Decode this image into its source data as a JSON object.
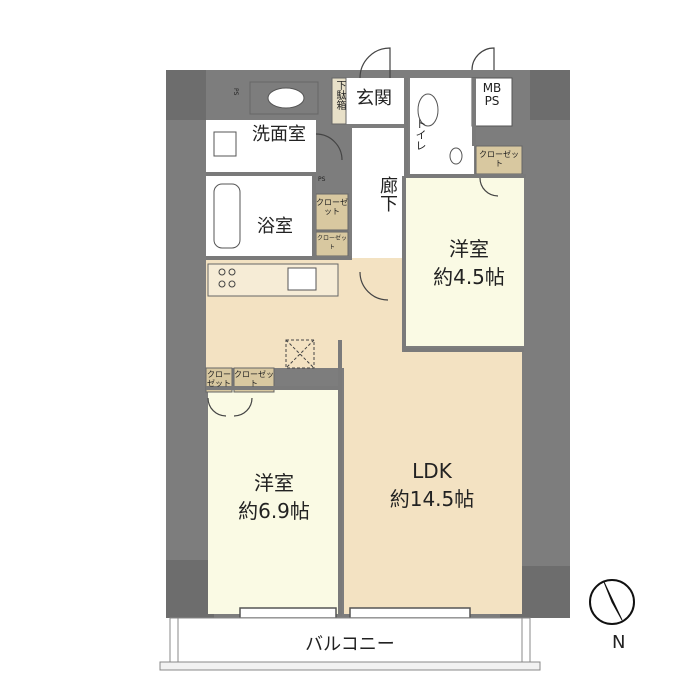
{
  "rooms": {
    "ldk": {
      "name": "LDK",
      "size": "約14.5帖"
    },
    "western_a": {
      "name": "洋室",
      "size": "約6.9帖"
    },
    "western_b": {
      "name": "洋室",
      "size": "約4.5帖"
    },
    "bath": {
      "name": "浴室"
    },
    "washroom": {
      "name": "洗面室"
    },
    "entrance": {
      "name": "玄関"
    },
    "shoe_box": {
      "name": "下駄箱"
    },
    "toilet": {
      "name": "トイレ"
    },
    "hall": {
      "name": "廊下"
    },
    "mbps": {
      "name": "MB\nPS"
    },
    "ps_top": {
      "name": "PS"
    },
    "ps_small": {
      "name": "PS"
    },
    "closet_label": "クローゼット",
    "balcony": {
      "name": "バルコニー"
    }
  },
  "compass": {
    "label": "N"
  },
  "colors": {
    "wall": "#7a7a7a",
    "floor_ldk": "#f3e2c2",
    "floor_western": "#fafae4",
    "floor_wet": "#ffffff",
    "closet": "#d8c8a0"
  }
}
